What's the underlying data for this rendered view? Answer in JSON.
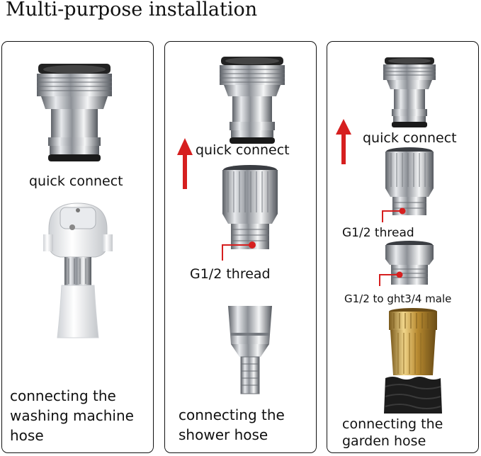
{
  "header": {
    "title": "Multi-purpose installation"
  },
  "panels": [
    {
      "labels": {
        "top_connector": "quick connect"
      },
      "caption_lines": [
        "connecting the",
        "washing machine",
        "hose"
      ]
    },
    {
      "labels": {
        "top_connector": "quick connect",
        "thread": "G1/2 thread"
      },
      "caption_lines": [
        "connecting the",
        "shower hose"
      ]
    },
    {
      "labels": {
        "top_connector": "quick connect",
        "thread": "G1/2 thread",
        "adapter": "G1/2 to ght3/4 male"
      },
      "caption_lines": [
        "connecting the",
        "garden hose"
      ]
    }
  ],
  "colors": {
    "accent_red": "#d61f1f",
    "chrome": "#b8bcc2",
    "brass": "#c9a24a",
    "border": "#111111"
  },
  "icons": [
    "up-arrow-icon",
    "thread-pointer-icon"
  ]
}
